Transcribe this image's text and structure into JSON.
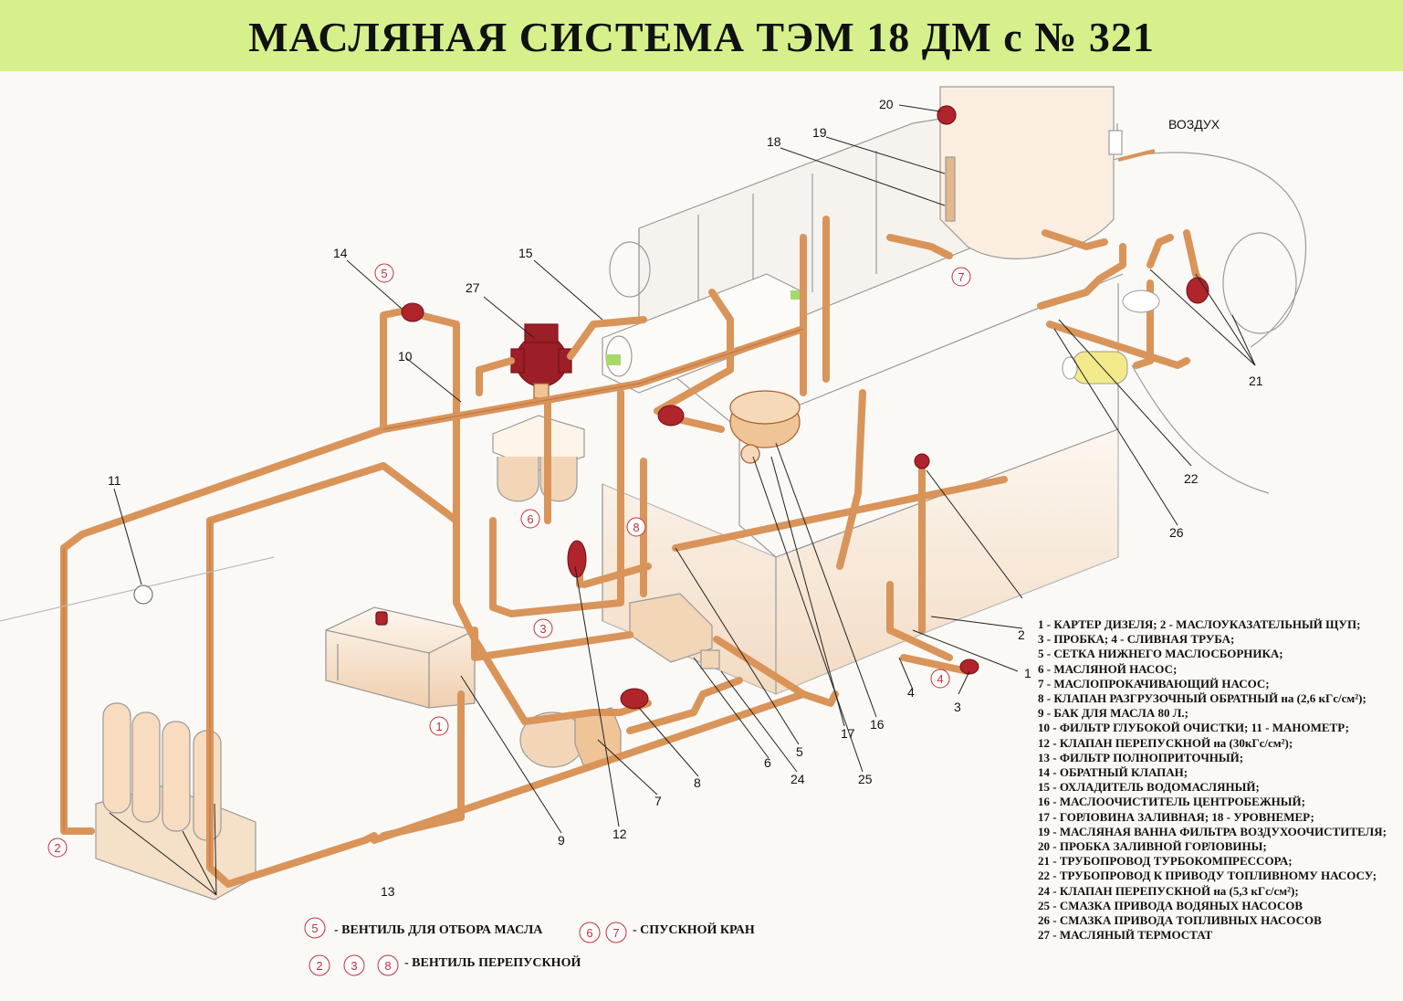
{
  "title": "МАСЛЯНАЯ СИСТЕМА ТЭМ 18 ДМ с № 321",
  "air_label": "ВОЗДУХ",
  "colors": {
    "header_bg": "#d6f08c",
    "pipe": "#d9945a",
    "pipe_dark": "#a85d2a",
    "valve_red": "#b0242c",
    "oil_fill": "#f2d9bf",
    "outline": "#8a8a8a",
    "marker_ring": "#c0303a"
  },
  "legend": [
    "1 - КАРТЕР ДИЗЕЛЯ;   2 - МАСЛОУКАЗАТЕЛЬНЫЙ ЩУП;",
    "3 - ПРОБКА;          4 - СЛИВНАЯ ТРУБА;",
    "5 - СЕТКА НИЖНЕГО МАСЛОСБОРНИКА;",
    "6 - МАСЛЯНОЙ НАСОС;",
    "7 - МАСЛОПРОКАЧИВАЮЩИЙ НАСОС;",
    "8 - КЛАПАН РАЗГРУЗОЧНЫЙ ОБРАТНЫЙ на (2,6 кГс/см²);",
    "9 - БАК ДЛЯ МАСЛА 80 Л.;",
    "10 - ФИЛЬТР ГЛУБОКОЙ ОЧИСТКИ;  11 - МАНОМЕТР;",
    "12 - КЛАПАН ПЕРЕПУСКНОЙ на (30кГс/см²);",
    "13 - ФИЛЬТР ПОЛНОПРИТОЧНЫЙ;",
    "14 - ОБРАТНЫЙ КЛАПАН;",
    "15 - ОХЛАДИТЕЛЬ ВОДОМАСЛЯНЫЙ;",
    "16 - МАСЛООЧИСТИТЕЛЬ ЦЕНТРОБЕЖНЫЙ;",
    "17 - ГОРЛОВИНА ЗАЛИВНАЯ; 18 - УРОВНЕМЕР;",
    "19 - МАСЛЯНАЯ ВАННА ФИЛЬТРА ВОЗДУХООЧИСТИТЕЛЯ;",
    "20 - ПРОБКА ЗАЛИВНОЙ ГОРЛОВИНЫ;",
    "21 - ТРУБОПРОВОД ТУРБОКОМПРЕССОРА;",
    "22 - ТРУБОПРОВОД К ПРИВОДУ ТОПЛИВНОМУ НАСОСУ;",
    "24 - КЛАПАН ПЕРЕПУСКНОЙ на (5,3 кГс/см²);",
    "25 - СМАЗКА ПРИВОДА ВОДЯНЫХ НАСОСОВ",
    "26 - СМАЗКА ПРИВОДА ТОПЛИВНЫХ НАСОСОВ",
    "27 - МАСЛЯНЫЙ ТЕРМОСТАТ"
  ],
  "key": {
    "sampling_valve": {
      "numbers": [
        "5"
      ],
      "label": "- ВЕНТИЛЬ ДЛЯ ОТБОРА МАСЛА"
    },
    "drain_cock": {
      "numbers": [
        "6",
        "7"
      ],
      "label": "- СПУСКНОЙ КРАН"
    },
    "bypass_valve": {
      "numbers": [
        "2",
        "3",
        "8"
      ],
      "label": "- ВЕНТИЛЬ ПЕРЕПУСКНОЙ"
    }
  },
  "callouts": [
    "1",
    "2",
    "3",
    "4",
    "5",
    "6",
    "7",
    "8",
    "9",
    "10",
    "11",
    "12",
    "13",
    "14",
    "15",
    "16",
    "17",
    "18",
    "19",
    "20",
    "21",
    "22",
    "24",
    "25",
    "26",
    "27"
  ],
  "circled_markers": [
    "1",
    "2",
    "3",
    "4",
    "5",
    "6",
    "7",
    "8"
  ]
}
